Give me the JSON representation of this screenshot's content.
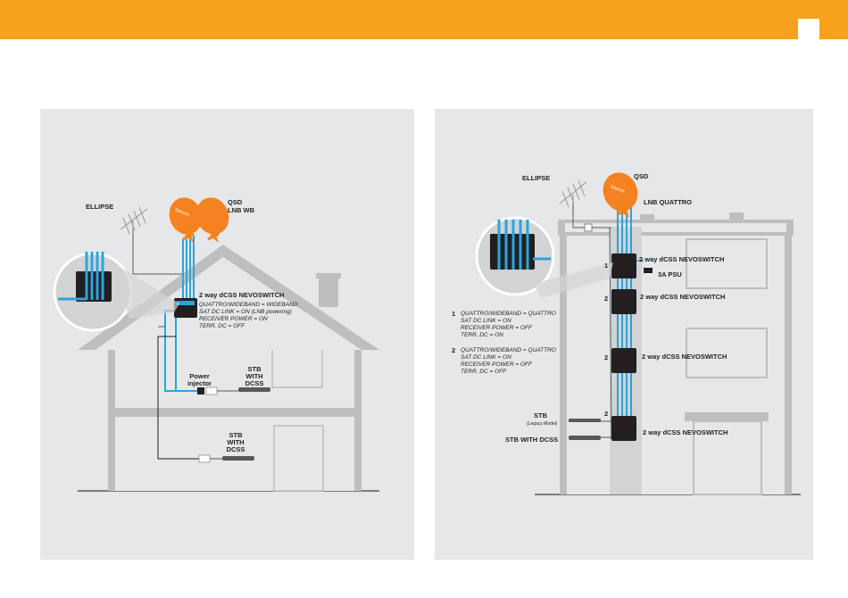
{
  "colors": {
    "accent": "#F7A11D",
    "panel_bg": "#E6E7E8",
    "house": "#BCBEC0",
    "cable": "#2AA5DC",
    "dish": "#F58220"
  },
  "left": {
    "ellipse_label": "ELLIPSE",
    "qsd_label": "QSD",
    "lnb_label": "LNB WB",
    "switch_label": "2 way dCSS NEVOSWITCH",
    "settings": [
      "QUATTRO/WIDEBAND = WIDEBAND",
      "SAT DC LINK = ON (LNB powering)",
      "RECEIVER POWER = ON",
      "TERR. DC = OFF"
    ],
    "power_injector": [
      "Power",
      "injector"
    ],
    "stb_upper": [
      "STB",
      "WITH",
      "DCSS"
    ],
    "stb_lower": [
      "STB",
      "WITH",
      "DCSS"
    ],
    "dish_brand": "Televes"
  },
  "right": {
    "ellipse_label": "ELLIPSE",
    "qsd_label": "QSD",
    "lnb_label": "LNB QUATTRO",
    "switch_label_1": "2 way dCSS NEVOSWITCH",
    "psu_label": "3A PSU",
    "switch_label_2": "2 way dCSS NEVOSWITCH",
    "switch_label_3": "2 way dCSS NEVOSWITCH",
    "switch_label_4": "2 way dCSS NEVOSWITCH",
    "config1_num": "1",
    "config1": [
      "QUATTRO/WIDEBAND = QUATTRO",
      "SAT DC LINK = ON",
      "RECEIVER POWER = OFF",
      "TERR. DC = ON"
    ],
    "config2_num": "2",
    "config2": [
      "QUATTRO/WIDEBAND = QUATTRO",
      "SAT DC LINK = ON",
      "RECEIVER POWER = OFF",
      "TERR. DC = OFF"
    ],
    "markers": [
      "1",
      "2",
      "2",
      "2"
    ],
    "stb_legacy": "STB",
    "stb_legacy_sub": "(Legacy Model)",
    "stb_dcss": "STB WITH DCSS",
    "dish_brand": "Televes"
  }
}
